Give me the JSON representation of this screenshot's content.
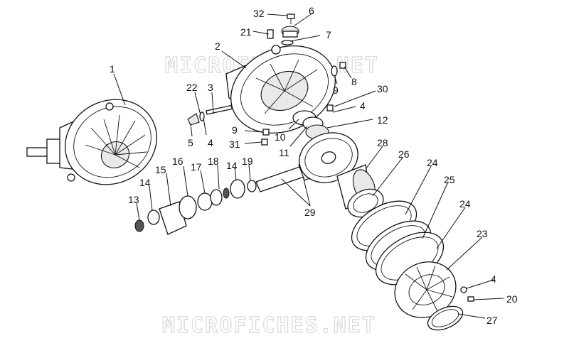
{
  "watermark": {
    "top": "MICROFICHES.NET",
    "bottom": "MICROFICHES.NET"
  },
  "callouts": [
    {
      "id": "c1",
      "label": "1"
    },
    {
      "id": "c2",
      "label": "2"
    },
    {
      "id": "c3",
      "label": "3"
    },
    {
      "id": "c4a",
      "label": "4"
    },
    {
      "id": "c4b",
      "label": "4"
    },
    {
      "id": "c4c",
      "label": "4"
    },
    {
      "id": "c5",
      "label": "5"
    },
    {
      "id": "c6",
      "label": "6"
    },
    {
      "id": "c7",
      "label": "7"
    },
    {
      "id": "c8",
      "label": "8"
    },
    {
      "id": "c9a",
      "label": "9"
    },
    {
      "id": "c9b",
      "label": "9"
    },
    {
      "id": "c10",
      "label": "10"
    },
    {
      "id": "c11",
      "label": "11"
    },
    {
      "id": "c12",
      "label": "12"
    },
    {
      "id": "c13",
      "label": "13"
    },
    {
      "id": "c14a",
      "label": "14"
    },
    {
      "id": "c14b",
      "label": "14"
    },
    {
      "id": "c15",
      "label": "15"
    },
    {
      "id": "c16",
      "label": "16"
    },
    {
      "id": "c17",
      "label": "17"
    },
    {
      "id": "c18",
      "label": "18"
    },
    {
      "id": "c19",
      "label": "19"
    },
    {
      "id": "c20",
      "label": "20"
    },
    {
      "id": "c21",
      "label": "21"
    },
    {
      "id": "c22",
      "label": "22"
    },
    {
      "id": "c23",
      "label": "23"
    },
    {
      "id": "c24a",
      "label": "24"
    },
    {
      "id": "c24b",
      "label": "24"
    },
    {
      "id": "c25",
      "label": "25"
    },
    {
      "id": "c26",
      "label": "26"
    },
    {
      "id": "c27",
      "label": "27"
    },
    {
      "id": "c28",
      "label": "28"
    },
    {
      "id": "c29",
      "label": "29"
    },
    {
      "id": "c30",
      "label": "30"
    },
    {
      "id": "c31",
      "label": "31"
    },
    {
      "id": "c32",
      "label": "32"
    }
  ]
}
